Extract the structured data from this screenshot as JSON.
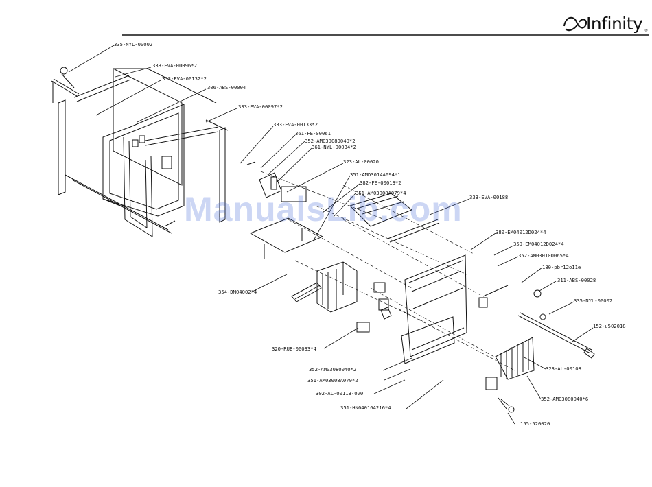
{
  "brand": {
    "name": "Infinity"
  },
  "watermark": "ManualsLib.com",
  "part_labels": [
    "335-NYL-00002",
    "333-EVA-00096*2",
    "333-EVA-00132*2",
    "306-ABS-00004",
    "333-EVA-00097*2",
    "333-EVA-00133*2",
    "361-FE-00061",
    "352-AM03008D040*2",
    "361-NYL-00034*2",
    "323-AL-00020",
    "351-AMD3014A094*1",
    "382-FE-00013*2",
    "351-AM03008A079*4",
    "333-EVA-00188",
    "380-EM04012D024*4",
    "350-EM04012D024*4",
    "352-AM03010D065*4",
    "180-pbr12o11e",
    "311-ABS-00028",
    "335-NYL-00002",
    "152-u502018",
    "354-DM04002*4",
    "320-RUB-00033*4",
    "352-AM03080040*2",
    "351-AM03008A079*2",
    "302-AL-00113-0V0",
    "351-HN04016A216*4",
    "323-AL-00108",
    "352-AM03080040*6",
    "155-520020"
  ]
}
